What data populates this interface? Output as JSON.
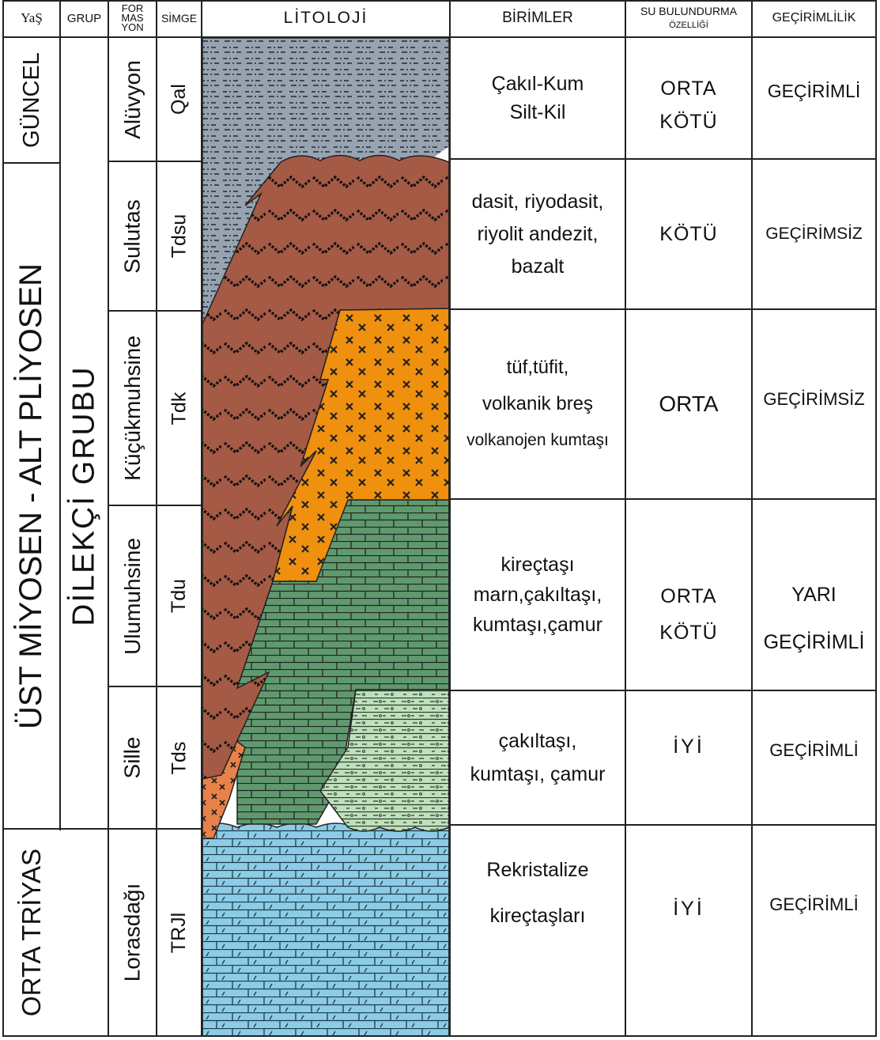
{
  "headers": {
    "yas": "YaŞ",
    "grup": "GRUP",
    "formasyon": [
      "FOR",
      "MAS",
      "YON"
    ],
    "simge": "SİMGE",
    "litoloji": "LİTOLOJİ",
    "birimler": "BİRİMLER",
    "su_bulundurma": [
      "SU BULUNDURMA",
      "ÖZELLİĞİ"
    ],
    "gecirimlilik": "GEÇİRİMLİLİK"
  },
  "ages": {
    "guncel": "GÜNCEL",
    "miyosen": "ÜST MİYOSEN - ALT PLİYOSEN",
    "triyas": "ORTA TRİYAS"
  },
  "group": "DİLEKÇİ GRUBU",
  "formations": [
    {
      "name": "Alüvyon",
      "symbol": "Qal",
      "units": [
        "Çakıl-Kum",
        "Silt-Kil"
      ],
      "water": [
        "ORTA",
        "KÖTÜ"
      ],
      "permeability": [
        "GEÇİRİMLİ"
      ]
    },
    {
      "name": "Sulutas",
      "symbol": "Tdsu",
      "units": [
        "dasit, riyodasit,",
        "riyolit andezit,",
        "bazalt"
      ],
      "water": [
        "KÖTÜ"
      ],
      "permeability": [
        "GEÇİRİMSİZ"
      ]
    },
    {
      "name": "Küçükmuhsine",
      "symbol": "Tdk",
      "units": [
        "tüf,tüfit,",
        "volkanik  breş",
        "volkanojen kumtaşı"
      ],
      "water": [
        "ORTA"
      ],
      "permeability": [
        "GEÇİRİMSİZ"
      ]
    },
    {
      "name": "Ulumuhsine",
      "symbol": "Tdu",
      "units": [
        "kireçtaşı",
        "marn,çakıltaşı,",
        "kumtaşı,çamur"
      ],
      "water": [
        "ORTA",
        "KÖTÜ"
      ],
      "permeability": [
        "YARI",
        "GEÇİRİMLİ"
      ]
    },
    {
      "name": "Sille",
      "symbol": "Tds",
      "units": [
        "çakıltaşı,",
        "kumtaşı, çamur"
      ],
      "water": [
        "İYİ"
      ],
      "permeability": [
        "GEÇİRİMLİ"
      ]
    },
    {
      "name": "Lorasdağı",
      "symbol": "TRJl",
      "units": [
        "Rekristalize",
        "kireçtaşları"
      ],
      "water": [
        "İYİ"
      ],
      "permeability": [
        "GEÇİRİMLİ"
      ]
    }
  ],
  "colors": {
    "alluvium": "#97a3b1",
    "volcanic": "#a55a45",
    "tuff": "#f0900f",
    "limestone_green": "#5f9a6e",
    "sille_light": "#bfe1bc",
    "sille_orange": "#e8824a",
    "triassic_blue": "#8ccce6"
  }
}
